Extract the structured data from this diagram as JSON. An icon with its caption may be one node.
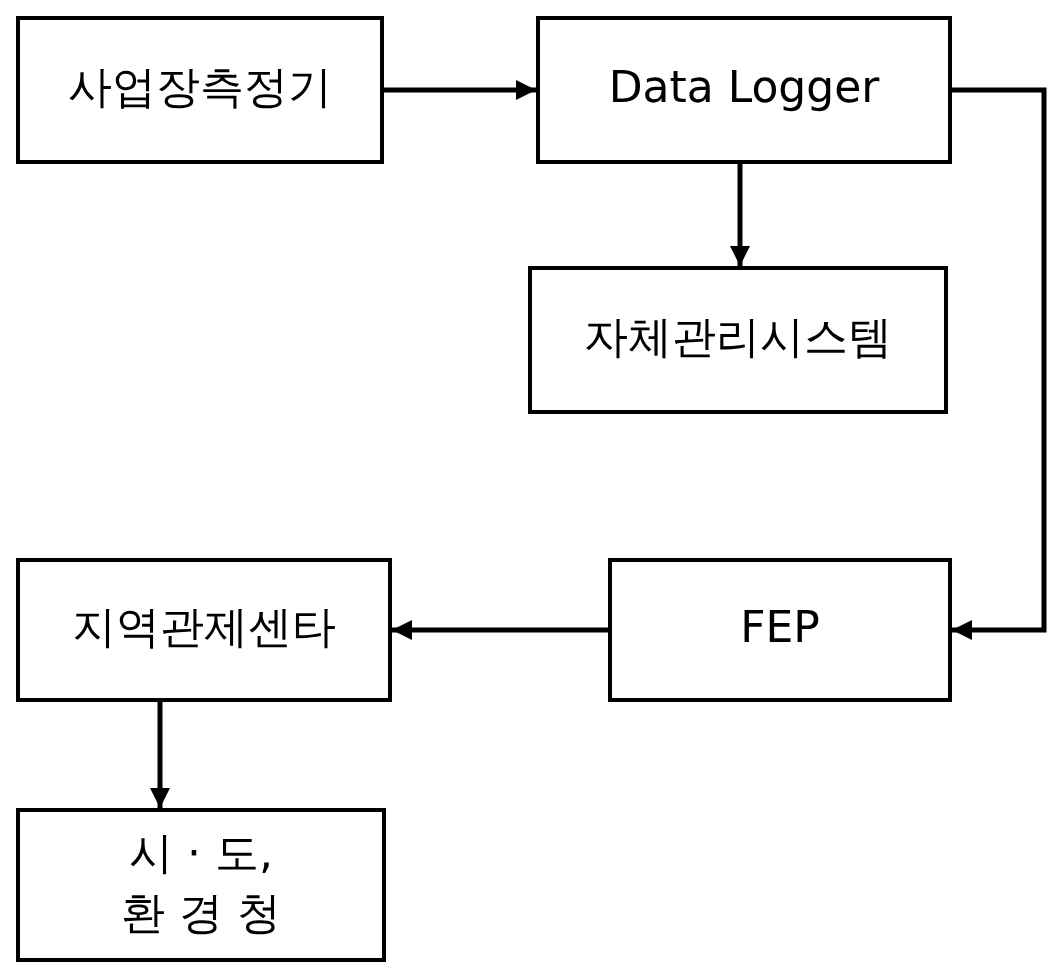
{
  "diagram": {
    "nodes": [
      {
        "text": [
          "사업장측정기"
        ]
      },
      {
        "text": [
          "Data Logger"
        ]
      },
      {
        "text": [
          "자체관리시스템"
        ]
      },
      {
        "text": [
          "FEP"
        ]
      },
      {
        "text": [
          "지역관제센타"
        ]
      },
      {
        "text": [
          "시 · 도, 환 경 청"
        ]
      }
    ],
    "edges": [
      {
        "from": 0,
        "to": 1,
        "arrow": "to"
      },
      {
        "from": 1,
        "to": 2,
        "arrow": "to"
      },
      {
        "from": 1,
        "to": 3,
        "arrow": "to"
      },
      {
        "from": 3,
        "to": 4,
        "arrow": "to"
      },
      {
        "from": 4,
        "to": 5,
        "arrow": "to"
      }
    ]
  }
}
